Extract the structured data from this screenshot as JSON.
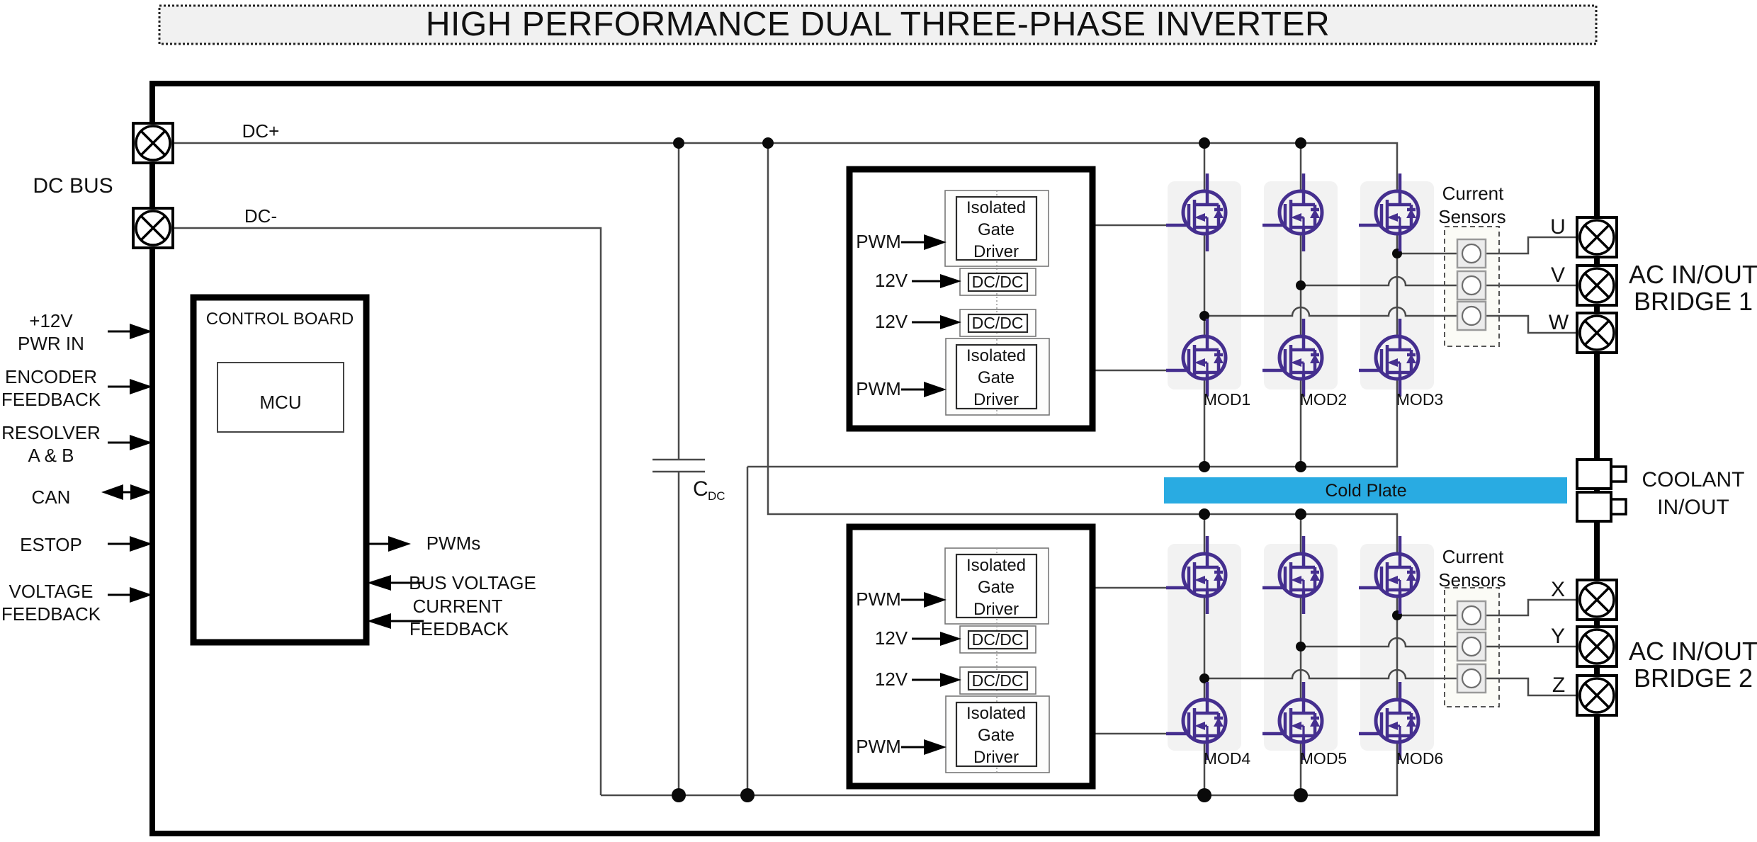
{
  "title": "HIGH PERFORMANCE DUAL THREE-PHASE INVERTER",
  "colors": {
    "fet": "#452f8f",
    "coldplate": "#29abe2",
    "wire": "#4a4a4a",
    "module-bg": "#f2f2f2"
  },
  "dc_bus": {
    "label": "DC BUS",
    "dc_plus": "DC+",
    "dc_minus": "DC-"
  },
  "left_ports": [
    {
      "line1": "+12V",
      "line2": "PWR IN"
    },
    {
      "line1": "ENCODER",
      "line2": "FEEDBACK"
    },
    {
      "line1": "RESOLVER",
      "line2": "A & B"
    },
    {
      "line1": "CAN"
    },
    {
      "line1": "ESTOP"
    },
    {
      "line1": "VOLTAGE",
      "line2": "FEEDBACK"
    }
  ],
  "control_board": {
    "label": "CONTROL BOARD",
    "mcu": "MCU",
    "pwms": "PWMs",
    "bus_voltage": "BUS VOLTAGE",
    "current_fb_line1": "CURRENT",
    "current_fb_line2": "FEEDBACK"
  },
  "capacitor": {
    "symbol": "C",
    "subscript": "DC"
  },
  "gate_driver": {
    "pwm": "PWM",
    "supply": "12V",
    "dcdc": "DC/DC",
    "iso_line1": "Isolated",
    "iso_line2": "Gate",
    "iso_line3": "Driver"
  },
  "modules": [
    "MOD1",
    "MOD2",
    "MOD3",
    "MOD4",
    "MOD5",
    "MOD6"
  ],
  "current_sensors": {
    "line1": "Current",
    "line2": "Sensors"
  },
  "cold_plate": {
    "label": "Cold Plate"
  },
  "coolant": {
    "line1": "COOLANT",
    "line2": "IN/OUT"
  },
  "bridge1": {
    "phases": [
      "U",
      "V",
      "W"
    ],
    "name_line1": "AC IN/OUT",
    "name_line2": "BRIDGE 1"
  },
  "bridge2": {
    "phases": [
      "X",
      "Y",
      "Z"
    ],
    "name_line1": "AC IN/OUT",
    "name_line2": "BRIDGE 2"
  }
}
